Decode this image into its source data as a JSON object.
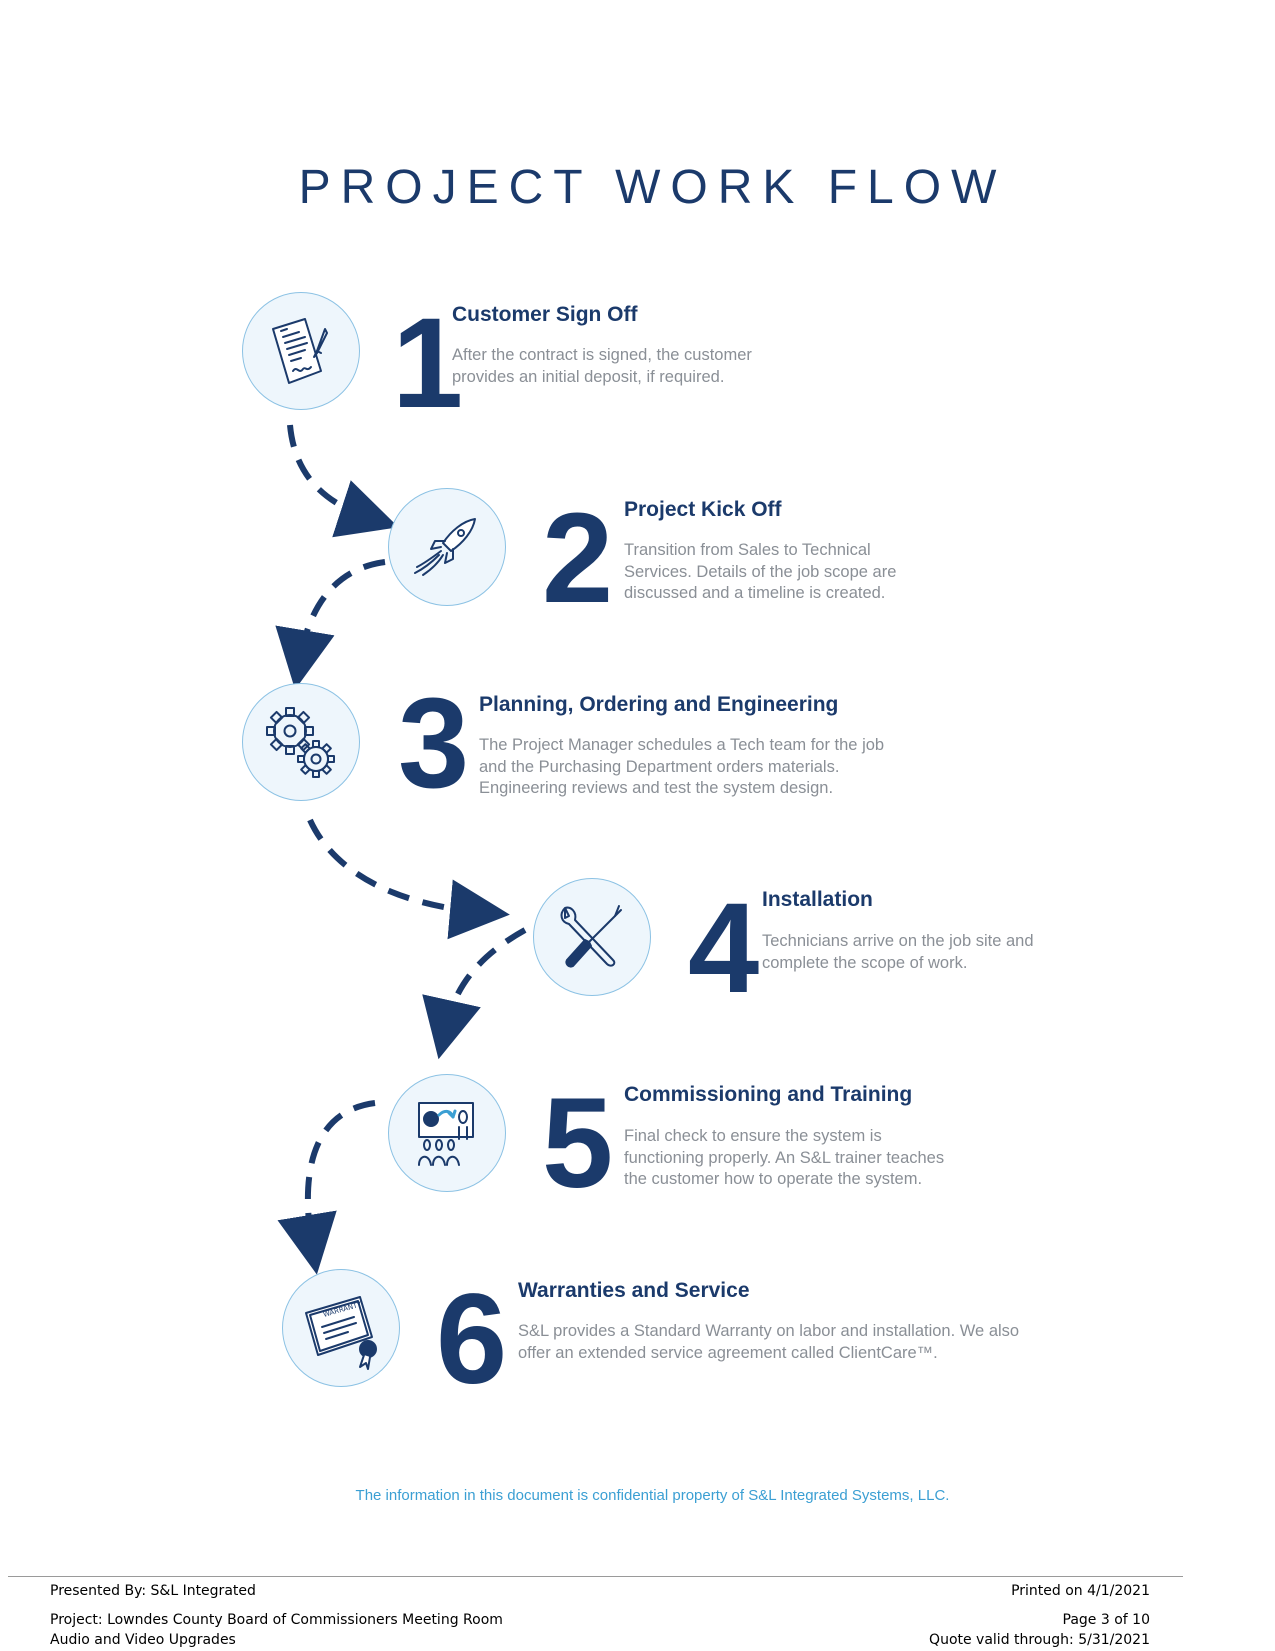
{
  "page": {
    "title": "PROJECT WORK FLOW",
    "confidential": "The information in this document is confidential property of S&L Integrated Systems, LLC."
  },
  "steps": [
    {
      "number": "1",
      "heading": "Customer Sign Off",
      "description": "After the contract is signed, the customer provides an initial deposit, if required.",
      "icon": "contract-signature-icon"
    },
    {
      "number": "2",
      "heading": "Project Kick Off",
      "description": "Transition from Sales to Technical Services. Details of the job scope are discussed and a timeline is created.",
      "icon": "rocket-icon"
    },
    {
      "number": "3",
      "heading": "Planning, Ordering and Engineering",
      "description": "The Project Manager schedules a Tech team for the job and the Purchasing Department orders materials. Engineering reviews and test the system design.",
      "icon": "gears-icon"
    },
    {
      "number": "4",
      "heading": "Installation",
      "description": "Technicians arrive on the job site and complete the scope of work.",
      "icon": "wrench-screwdriver-icon"
    },
    {
      "number": "5",
      "heading": "Commissioning and Training",
      "description": "Final check to ensure the system is functioning properly. An S&L trainer teaches the customer how to operate the system.",
      "icon": "training-presentation-icon"
    },
    {
      "number": "6",
      "heading": "Warranties and Service",
      "description": "S&L provides a Standard Warranty on labor and installation.  We also offer an extended service agreement called ClientCare™.",
      "icon": "warranty-certificate-icon"
    }
  ],
  "icon_labels": {
    "warranty_text": "WARRANTY"
  },
  "footer": {
    "presented_by": "Presented By: S&L Integrated",
    "project_line1": "Project: Lowndes County Board of Commissioners Meeting Room",
    "project_line2": "Audio and Video Upgrades",
    "printed_on": "Printed on 4/1/2021",
    "page": "Page 3 of 10",
    "valid_through": "Quote valid through: 5/31/2021"
  },
  "colors": {
    "navy": "#1b3a6b",
    "gray_text": "#8a8f96",
    "accent_blue": "#3b9fd3",
    "circle_fill": "#eef6fc",
    "circle_border": "#8cc2e4"
  }
}
